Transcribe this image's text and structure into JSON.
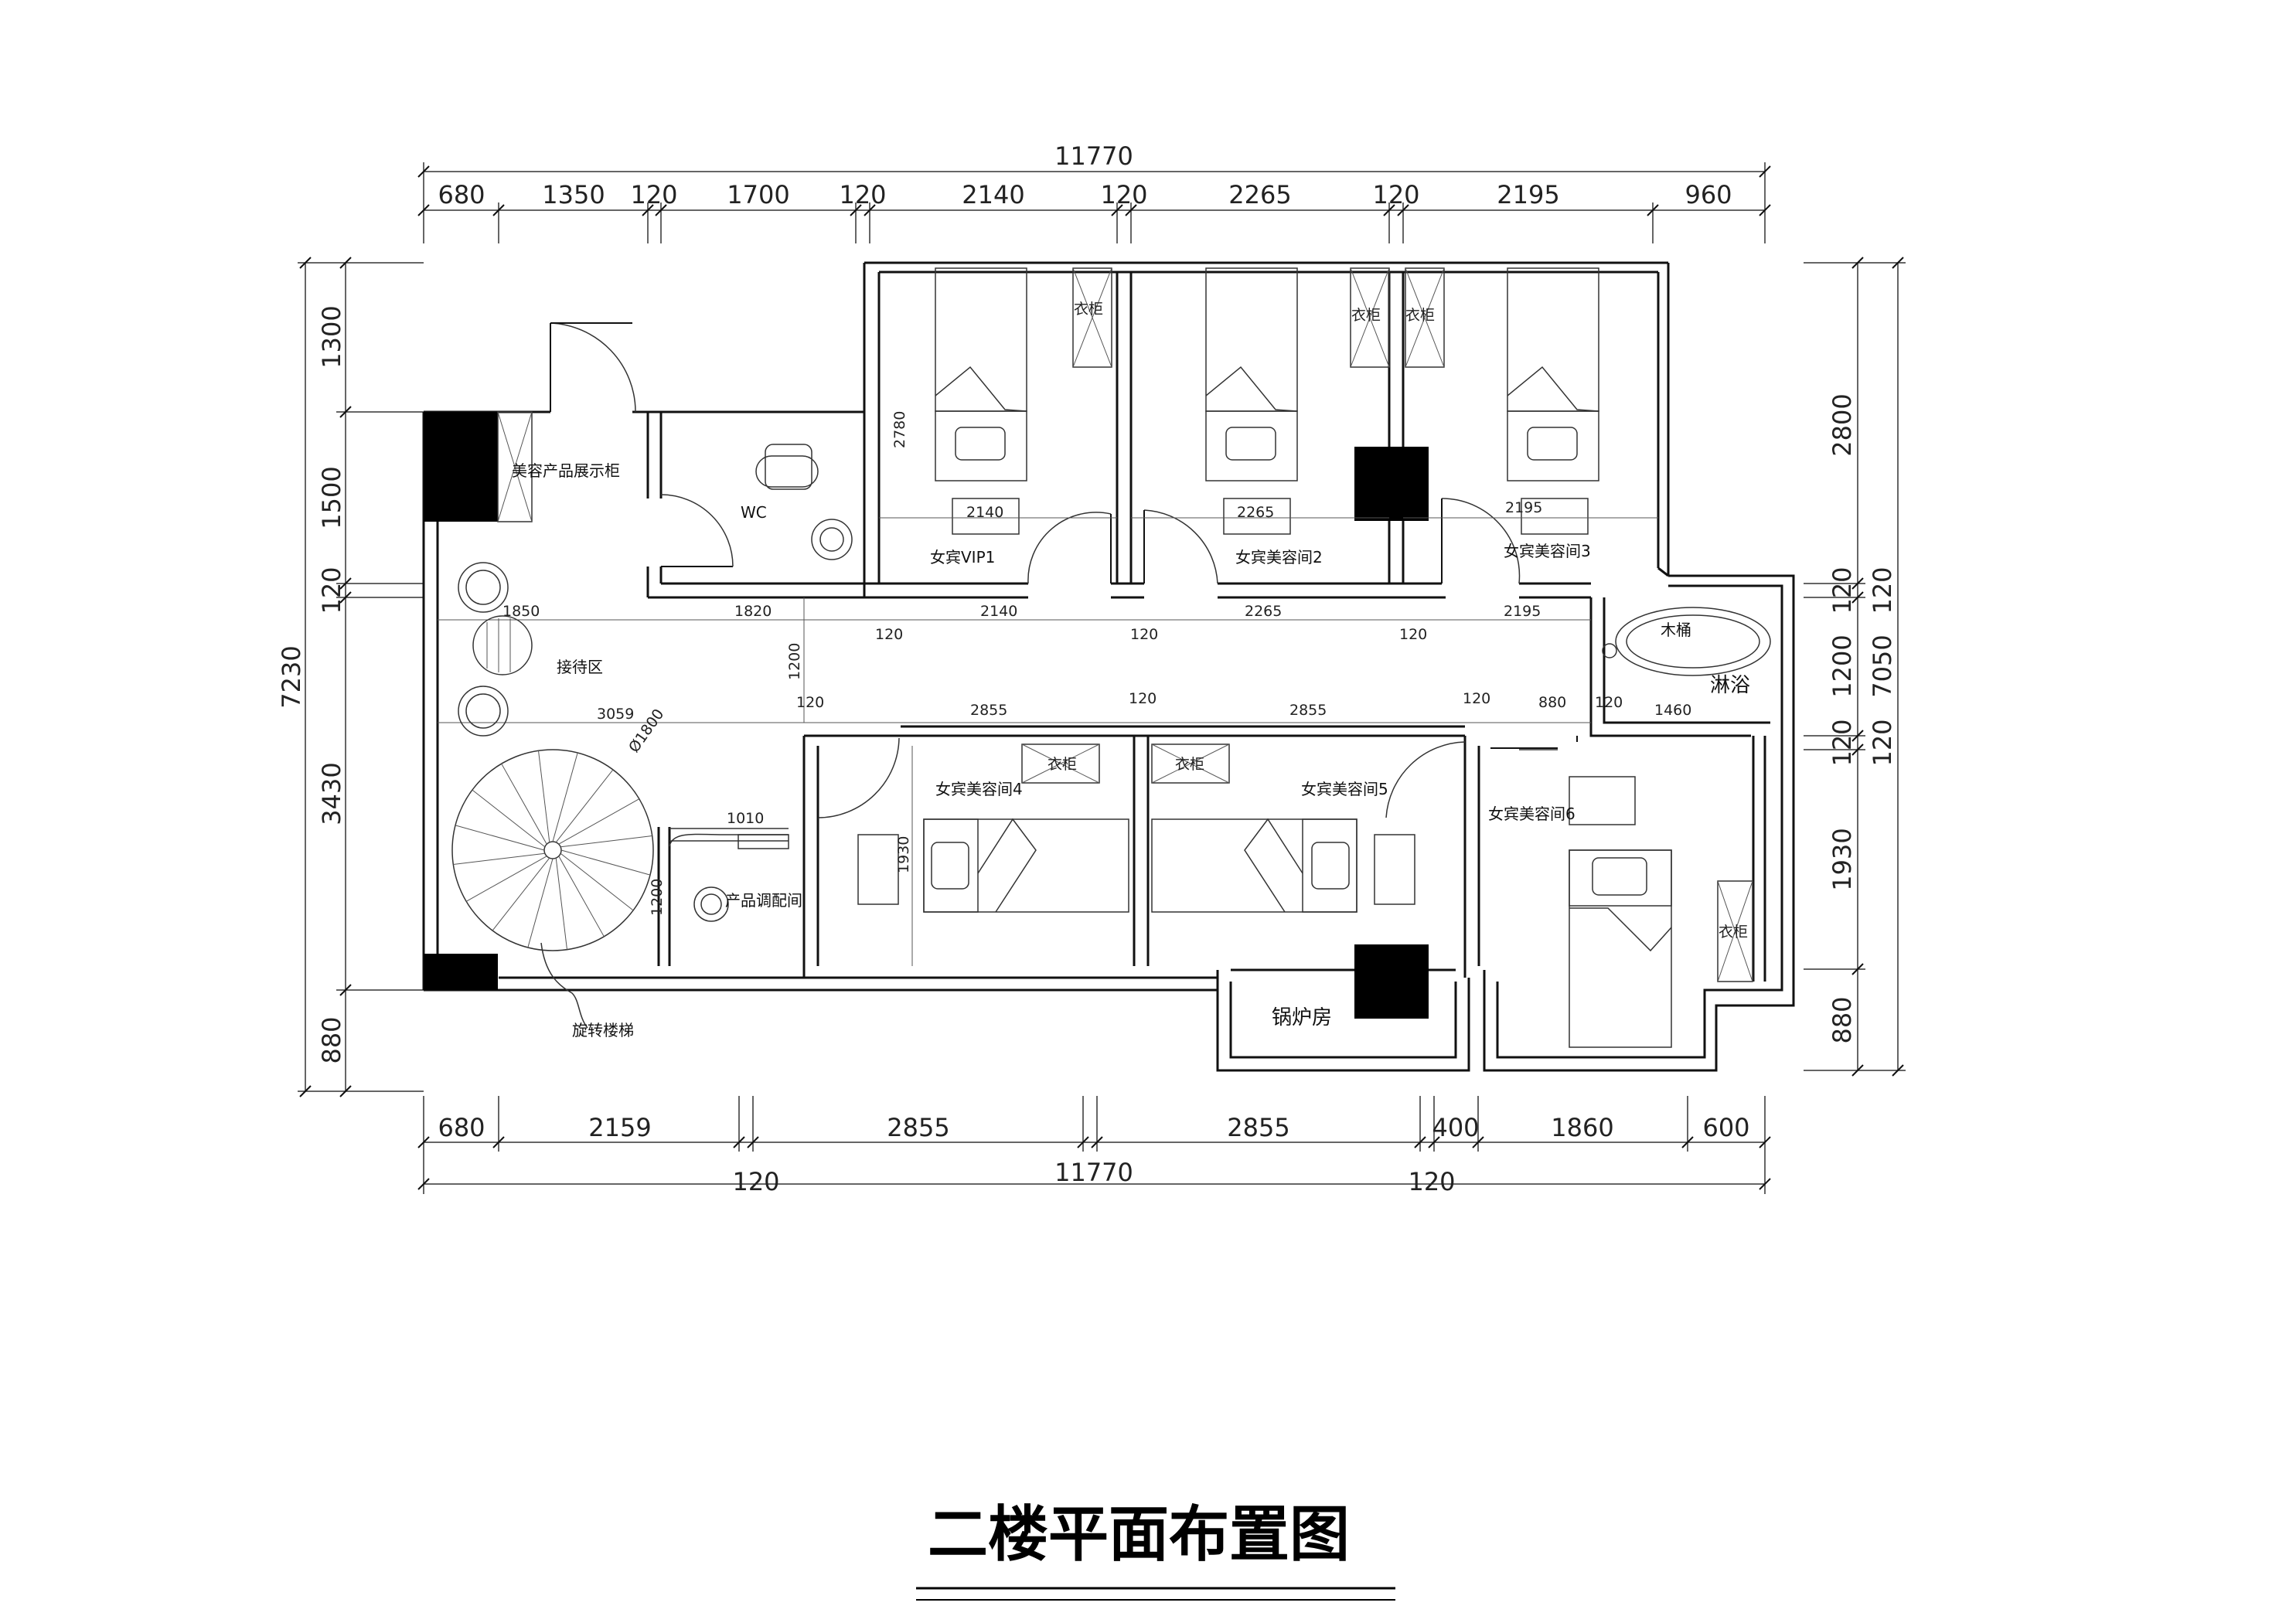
{
  "title": "二楼平面布置图",
  "dims_top": {
    "overall": "11770",
    "segments": [
      "680",
      "1350",
      "120",
      "1700",
      "120",
      "2140",
      "120",
      "2265",
      "120",
      "2195",
      "960"
    ]
  },
  "dims_bottom": {
    "overall": "11770",
    "segments": [
      "680",
      "2159",
      "2855",
      "2855",
      "400",
      "1860",
      "600"
    ],
    "wall_left": "120",
    "wall_right": "120"
  },
  "dims_left": {
    "overall": "7230",
    "segments": [
      "1300",
      "1500",
      "120",
      "3430",
      "880"
    ]
  },
  "dims_right": {
    "overall": "7050",
    "segments": [
      "2800",
      "120",
      "1200",
      "120",
      "1930",
      "880"
    ]
  },
  "interior_dims": {
    "r1_height": "2780",
    "r1_bed": "2140",
    "r2_bed": "2265",
    "r3_bed": "2195",
    "corr_1850": "1850",
    "corr_1820": "1820",
    "corr_2140": "2140",
    "corr_2265": "2265",
    "corr_2195": "2195",
    "w120_a": "120",
    "w120_b": "120",
    "w120_c": "120",
    "corr_1200": "1200",
    "corr_3059": "3059",
    "w120_d": "120",
    "r4_2855": "2855",
    "w120_e": "120",
    "r5_2855": "2855",
    "w120_f": "120",
    "r6_880": "880",
    "w120_g": "120",
    "bath_1460": "1460",
    "stair_d": "Ø1800",
    "mix_1010": "1010",
    "mix_1200": "1200",
    "r4_1930": "1930"
  },
  "rooms": {
    "display_cabinet": "美容产品展示柜",
    "wc": "WC",
    "vip1": "女宾VIP1",
    "room2": "女宾美容间2",
    "room3": "女宾美容间3",
    "reception": "接待区",
    "wood_tub": "木桶",
    "shower": "淋浴",
    "room4": "女宾美容间4",
    "room5": "女宾美容间5",
    "room6": "女宾美容间6",
    "mixing_room": "产品调配间",
    "boiler_room": "锅炉房",
    "spiral_stair": "旋转楼梯"
  },
  "wardrobes": {
    "w1": "衣柜",
    "w2": "衣柜",
    "w3": "衣柜",
    "w4": "衣柜",
    "w5": "衣柜",
    "w6": "衣柜"
  }
}
